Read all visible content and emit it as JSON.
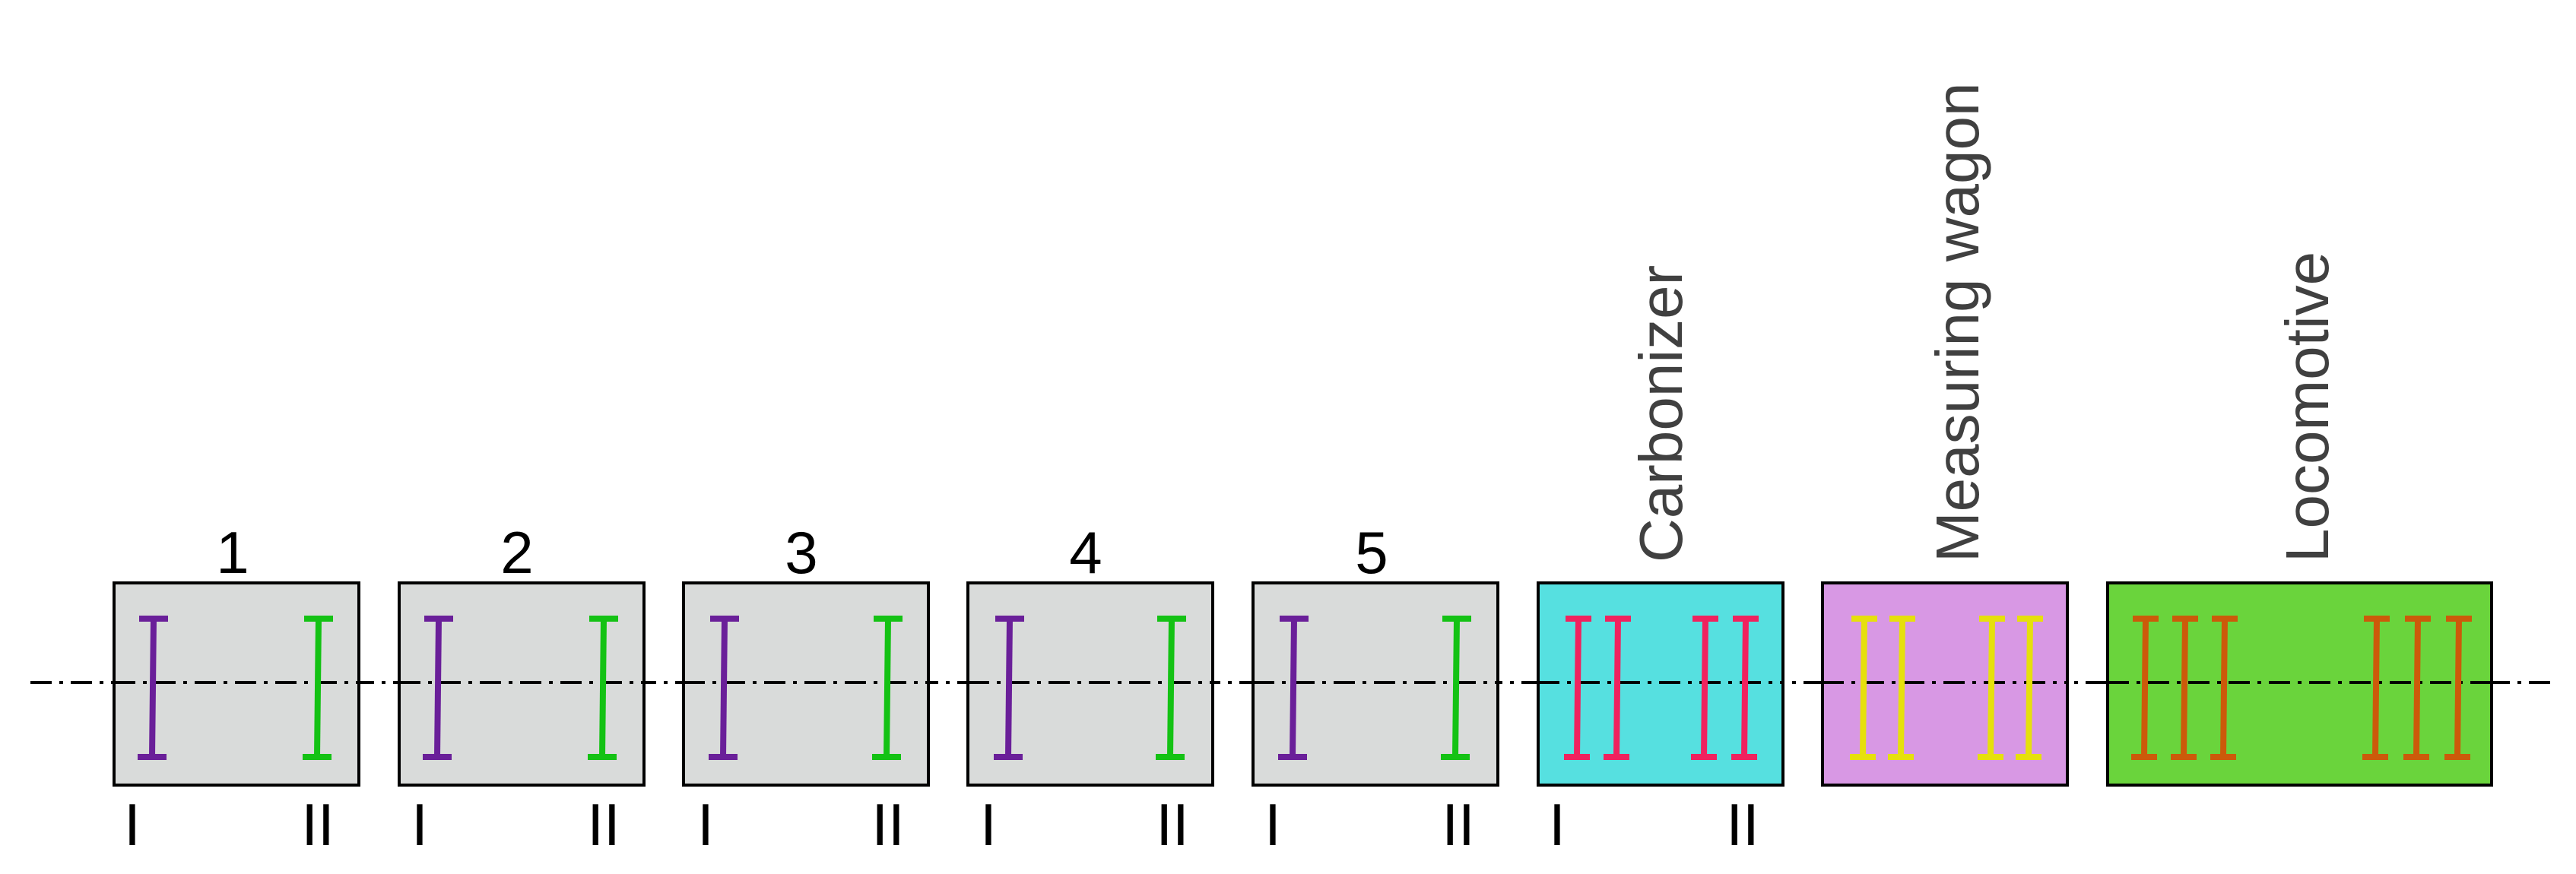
{
  "colors": {
    "box_outline": "#000000",
    "centerline": "#000000",
    "wagon_fill": "#d9dbda",
    "axle_a": "#6a1f99",
    "axle_b": "#14c214",
    "carbonizer_fill": "#56e0e0",
    "carbonizer_axle": "#f0225e",
    "measuring_fill": "#d898e4",
    "measuring_axle": "#e6e00c",
    "locomotive_fill": "#6ad43c",
    "locomotive_axle": "#cc5a0a",
    "vertical_label": "#404040"
  },
  "wagons": [
    {
      "id": "1",
      "label": "1",
      "fill_key": "wagon_fill",
      "bogie_left": "I",
      "bogie_right": "II"
    },
    {
      "id": "2",
      "label": "2",
      "fill_key": "wagon_fill",
      "bogie_left": "I",
      "bogie_right": "II"
    },
    {
      "id": "3",
      "label": "3",
      "fill_key": "wagon_fill",
      "bogie_left": "I",
      "bogie_right": "II"
    },
    {
      "id": "4",
      "label": "4",
      "fill_key": "wagon_fill",
      "bogie_left": "I",
      "bogie_right": "II"
    },
    {
      "id": "5",
      "label": "5",
      "fill_key": "wagon_fill",
      "bogie_left": "I",
      "bogie_right": "II"
    },
    {
      "id": "carbonizer",
      "label": "Carbonizer",
      "fill_key": "carbonizer_fill",
      "bogie_left": "I",
      "bogie_right": "II"
    },
    {
      "id": "measuring-wagon",
      "label": "Measuring wagon",
      "fill_key": "measuring_fill"
    },
    {
      "id": "locomotive",
      "label": "Locomotive",
      "fill_key": "locomotive_fill"
    }
  ]
}
